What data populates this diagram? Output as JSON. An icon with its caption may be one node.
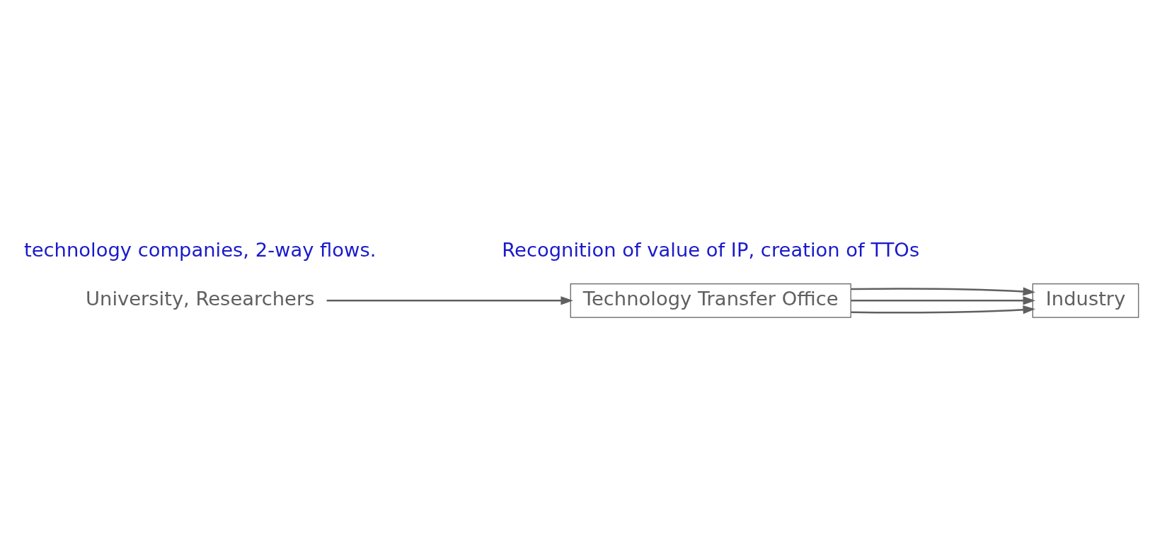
{
  "diagram": {
    "nodes": [
      {
        "text": [
          "University, Researchers"
        ]
      },
      {
        "text": [
          "Technology Transfer Office"
        ]
      },
      {
        "text": [
          "Industry"
        ]
      }
    ],
    "edges": [
      {
        "from": 0,
        "to": 1,
        "arrow": "to"
      },
      {
        "from": 1,
        "to": 2,
        "arrow": "to"
      },
      {
        "from": 1,
        "to": 2,
        "arrow": "to"
      },
      {
        "from": 1,
        "to": 2,
        "arrow": "to"
      }
    ],
    "labels": [
      "technology companies, 2-way flows.",
      "Recognition of value of IP, creation of TTOs"
    ]
  }
}
